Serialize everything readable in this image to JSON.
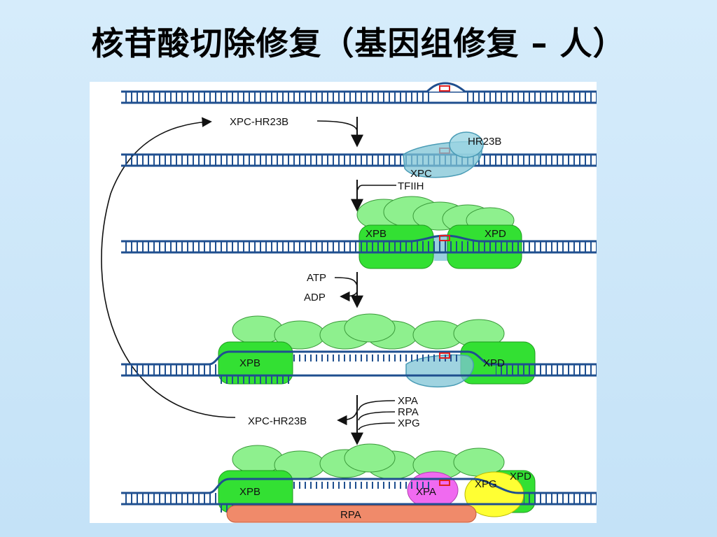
{
  "slide": {
    "title": "核苷酸切除修复（基因组修复 – 人）"
  },
  "colors": {
    "background": "#cfe7f9",
    "dna_strand": "#1f4f8f",
    "lesion": "#e02020",
    "xpc_fill": "#7fc4d6",
    "tfiih_subunit": "#8ef08e",
    "xpb_xpd": "#33e033",
    "xpa": "#f06af0",
    "xpg": "#ffff33",
    "rpa": "#f08a6a"
  },
  "diagram": {
    "steps": [
      {
        "id": "damaged-dna"
      },
      {
        "id": "xpc-binding",
        "arrow_label": "XPC-HR23B",
        "protein_labels": [
          "HR23B",
          "XPC"
        ]
      },
      {
        "id": "tfiih-recruitment",
        "arrow_label": "TFIIH",
        "protein_labels": [
          "XPB",
          "XPD"
        ]
      },
      {
        "id": "unwinding",
        "arrow_labels": [
          "ATP",
          "ADP"
        ],
        "protein_labels": [
          "XPB",
          "XPD"
        ]
      },
      {
        "id": "pre-incision-complex",
        "arrow_labels": [
          "XPA",
          "RPA",
          "XPG"
        ],
        "released_label": "XPC-HR23B",
        "protein_labels": [
          "XPB",
          "XPA",
          "XPG",
          "XPD",
          "RPA"
        ]
      }
    ]
  }
}
